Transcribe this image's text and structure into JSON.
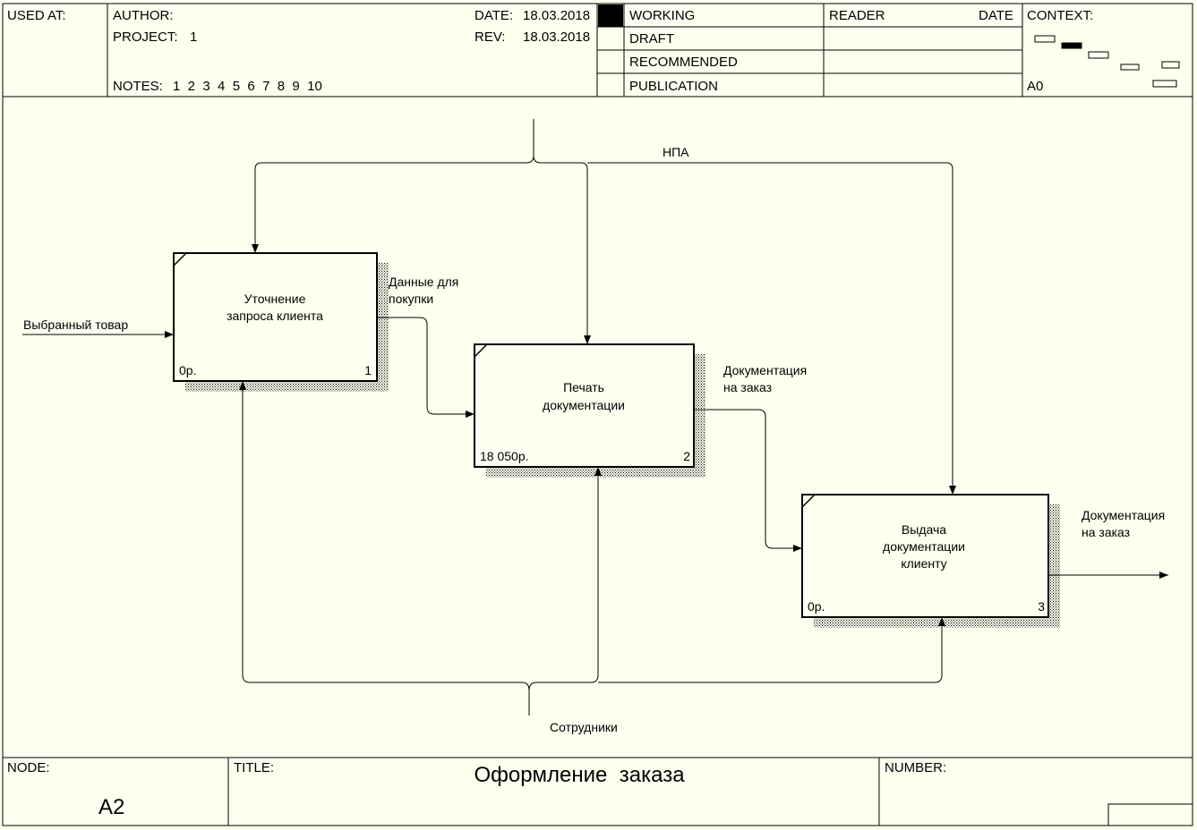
{
  "header": {
    "used_at": "USED AT:",
    "author": "AUTHOR:",
    "project_label": "PROJECT:",
    "project_value": "1",
    "notes_label": "NOTES:",
    "notes_value": "1  2  3  4  5  6  7  8  9  10",
    "date_label": "DATE:",
    "date_value": "18.03.2018",
    "rev_label": "REV:",
    "rev_value": "18.03.2018",
    "status": [
      "WORKING",
      "DRAFT",
      "RECOMMENDED",
      "PUBLICATION"
    ],
    "reader": "READER",
    "reader_date": "DATE",
    "context": "CONTEXT:",
    "context_node": "A0"
  },
  "diagram": {
    "boxes": [
      {
        "title_l1": "Уточнение",
        "title_l2": "запроса клиента",
        "title_l3": "",
        "cost": "0р.",
        "num": "1"
      },
      {
        "title_l1": "Печать",
        "title_l2": "документации",
        "title_l3": "",
        "cost": "18 050р.",
        "num": "2"
      },
      {
        "title_l1": "Выдача",
        "title_l2": "документации",
        "title_l3": "клиенту",
        "cost": "0р.",
        "num": "3"
      }
    ],
    "arrows": {
      "input": "Выбранный товар",
      "control": "НПА",
      "data_l1": "Данные для",
      "data_l2": "покупки",
      "doc1_l1": "Документация",
      "doc1_l2": "на заказ",
      "doc2_l1": "Документация",
      "doc2_l2": "на заказ",
      "mechanism": "Сотрудники"
    }
  },
  "footer": {
    "node_label": "NODE:",
    "node_value": "A2",
    "title_label": "TITLE:",
    "title_value": "Оформление  заказа",
    "number_label": "NUMBER:"
  }
}
